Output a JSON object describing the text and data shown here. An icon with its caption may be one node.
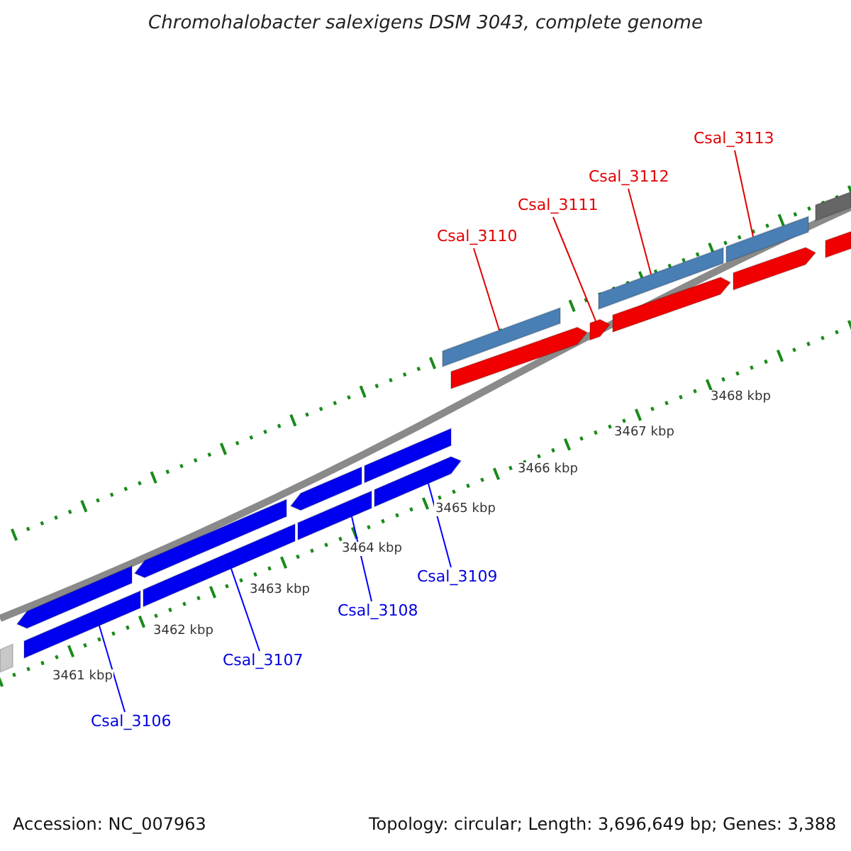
{
  "diagram": {
    "title": "Chromohalobacter salexigens DSM 3043, complete genome",
    "nodes": [
      {
        "text": [
          "Csal_3113"
        ]
      },
      {
        "text": [
          "Csal_3112"
        ]
      },
      {
        "text": [
          "Csal_3111"
        ]
      },
      {
        "text": [
          "Csal_3110"
        ]
      },
      {
        "text": [
          "Csal_3109"
        ]
      },
      {
        "text": [
          "Csal_3108"
        ]
      },
      {
        "text": [
          "Csal_3107"
        ]
      },
      {
        "text": [
          "Csal_3106"
        ]
      },
      {
        "text": [],
        "shape": "bar"
      },
      {
        "text": [],
        "shape": "bar"
      },
      {
        "text": [],
        "shape": "bar"
      },
      {
        "text": [],
        "shape": "bar"
      },
      {
        "text": [],
        "shape": "bar"
      },
      {
        "text": [],
        "shape": "bar"
      },
      {
        "text": [],
        "shape": "bar"
      },
      {
        "text": [],
        "shape": "bar"
      },
      {
        "text": [],
        "shape": "bar"
      },
      {
        "text": [],
        "shape": "bar"
      },
      {
        "text": [],
        "shape": "bar"
      },
      {
        "text": [],
        "shape": "bar"
      },
      {
        "text": [],
        "shape": "bar"
      },
      {
        "text": [],
        "shape": "bar"
      },
      {
        "text": [],
        "shape": "bar"
      },
      {
        "text": [],
        "shape": "bar"
      },
      {
        "text": [],
        "shape": "bar"
      },
      {
        "text": [],
        "shape": "bar"
      }
    ],
    "edges": [
      {
        "from": 0,
        "to": 22,
        "arrow": "none"
      },
      {
        "from": 1,
        "to": 20,
        "arrow": "none"
      },
      {
        "from": 2,
        "to": 19,
        "arrow": "none"
      },
      {
        "from": 3,
        "to": 17,
        "arrow": "none"
      },
      {
        "from": 4,
        "to": 16,
        "arrow": "none",
        "color": "#0000ff"
      },
      {
        "from": 5,
        "to": 14,
        "arrow": "none",
        "color": "#0000ff"
      },
      {
        "from": 6,
        "to": 12,
        "arrow": "none",
        "color": "#0000ff"
      },
      {
        "from": 7,
        "to": 10,
        "arrow": "none",
        "color": "#0000ff"
      }
    ],
    "labels": [
      "3468 kbp",
      "3467 kbp",
      "3466 kbp",
      "3465 kbp",
      "3464 kbp",
      "3463 kbp",
      "3462 kbp",
      "3461 kbp",
      "Accession: NC_007963",
      "Topology: circular; Length: 3,696,649 bp; Genes: 3,388"
    ]
  }
}
